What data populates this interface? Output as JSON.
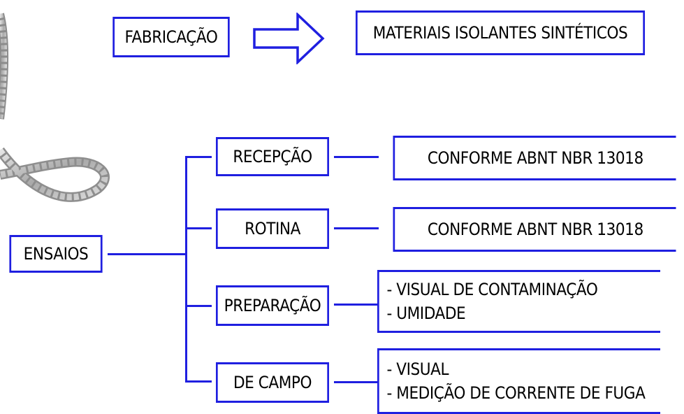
{
  "colors": {
    "connector": "#1f1fe0",
    "text": "#000000",
    "background": "#ffffff"
  },
  "header": {
    "source_label": "FABRICAÇÃO",
    "arrow_icon": "right-block-arrow-icon",
    "target_label": "MATERIAIS ISOLANTES SINTÉTICOS"
  },
  "root": {
    "label": "ENSAIOS"
  },
  "branches": [
    {
      "label": "RECEPÇÃO",
      "detail": [
        "CONFORME ABNT NBR 13018"
      ]
    },
    {
      "label": "ROTINA",
      "detail": [
        "CONFORME ABNT NBR 13018"
      ]
    },
    {
      "label": "PREPARAÇÃO",
      "detail": [
        "- VISUAL DE CONTAMINAÇÃO",
        "- UMIDADE"
      ]
    },
    {
      "label": "DE CAMPO",
      "detail": [
        "- VISUAL",
        "- MEDIÇÃO DE CORRENTE DE FUGA"
      ]
    }
  ]
}
